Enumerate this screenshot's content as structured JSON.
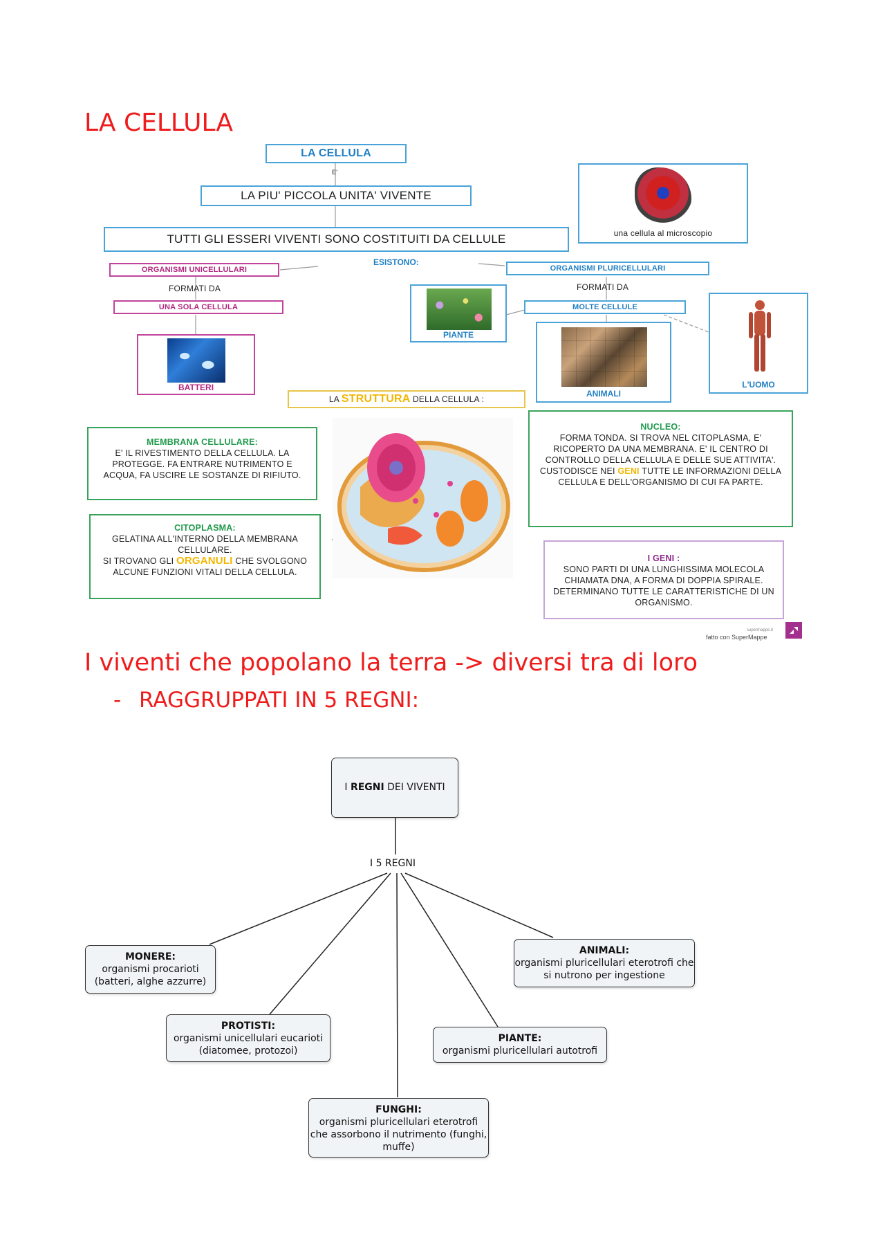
{
  "title1": "LA CELLULA",
  "map1": {
    "root": "LA CELLULA",
    "e": "E'",
    "unit": "LA PIU' PICCOLA UNITA' VIVENTE",
    "all": "TUTTI GLI ESSERI VIVENTI SONO COSTITUITI DA CELLULE",
    "esistono": "ESISTONO:",
    "uni": "ORGANISMI UNICELLULARI",
    "pluri": "ORGANISMI PLURICELLULARI",
    "formati1": "FORMATI DA",
    "formati2": "FORMATI DA",
    "sola": "UNA SOLA CELLULA",
    "molte": "MOLTE CELLULE",
    "batteri": "BATTERI",
    "piante": "PIANTE",
    "animali": "ANIMALI",
    "uomo": "L'UOMO",
    "microscope": "una cellula al microscopio",
    "struttura_pre": "LA",
    "struttura_kw": "STRUTTURA",
    "struttura_post": "DELLA CELLULA :",
    "membrana_title": "MEMBRANA CELLULARE:",
    "membrana_text": "E' IL RIVESTIMENTO DELLA CELLULA. LA PROTEGGE. FA ENTRARE NUTRIMENTO E ACQUA, FA USCIRE LE SOSTANZE DI RIFIUTO.",
    "citoplasma_title": "CITOPLASMA:",
    "citoplasma_text1": "GELATINA ALL'INTERNO DELLA MEMBRANA CELLULARE.",
    "citoplasma_text2a": "SI TROVANO GLI",
    "citoplasma_kw": "ORGANULI",
    "citoplasma_text2b": "CHE SVOLGONO ALCUNE FUNZIONI VITALI DELLA CELLULA.",
    "nucleo_title": "NUCLEO:",
    "nucleo_text1": "FORMA TONDA. SI TROVA NEL CITOPLASMA, E' RICOPERTO DA UNA MEMBRANA. E' IL CENTRO DI CONTROLLO DELLA CELLULA E DELLE SUE ATTIVITA'.",
    "nucleo_text2a": "CUSTODISCE NEI",
    "nucleo_kw": "GENI",
    "nucleo_text2b": "TUTTE LE INFORMAZIONI DELLA CELLULA E DELL'ORGANISMO DI CUI FA PARTE.",
    "geni_title": "I GENI :",
    "geni_text": "SONO PARTI DI UNA LUNGHISSIMA MOLECOLA CHIAMATA DNA, A FORMA DI DOPPIA SPIRALE. DETERMINANO TUTTE LE CARATTERISTICHE DI UN ORGANISMO.",
    "credit_small": "supermappe.it",
    "credit": "fatto con SuperMappe"
  },
  "title2": "I viventi che popolano la terra -> diversi tra di loro",
  "bullet": "RAGGRUPPATI IN 5 REGNI:",
  "bullet_marker": "-",
  "map2": {
    "root_pre": "I",
    "root_bold": "REGNI",
    "root_post": "DEI VIVENTI",
    "hub": "I 5 REGNI",
    "monere_title": "MONERE:",
    "monere_text": "organismi procarioti (batteri, alghe azzurre)",
    "protisti_title": "PROTISTI:",
    "protisti_text": "organismi unicellulari eucarioti (diatomee, protozoi)",
    "funghi_title": "FUNGHI:",
    "funghi_text": "organismi pluricellulari eterotrofi che assorbono il nutrimento (funghi, muffe)",
    "piante_title": "PIANTE:",
    "piante_text": "organismi pluricellulari autotrofi",
    "animali_title": "ANIMALI:",
    "animali_text": "organismi pluricellulari eterotrofi che si nutrono per ingestione"
  }
}
